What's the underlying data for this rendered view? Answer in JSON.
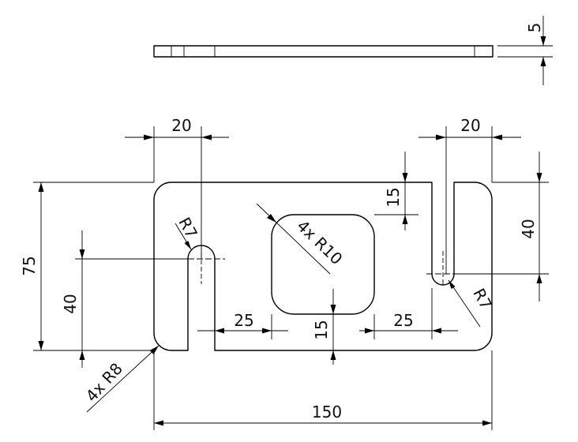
{
  "drawing": {
    "overall_width": "150",
    "overall_height": "75",
    "thickness": "5",
    "left_slot_width": "20",
    "right_slot_width": "20",
    "left_slot_height": "40",
    "right_slot_depth": "40",
    "offset_left": "25",
    "offset_right": "25",
    "pocket_top_offset": "15",
    "pocket_bottom_offset": "15",
    "slot_radius_left": "R7",
    "slot_radius_right": "R7",
    "pocket_corner_radius": "4x R10",
    "outer_corner_radius": "4x R8"
  }
}
